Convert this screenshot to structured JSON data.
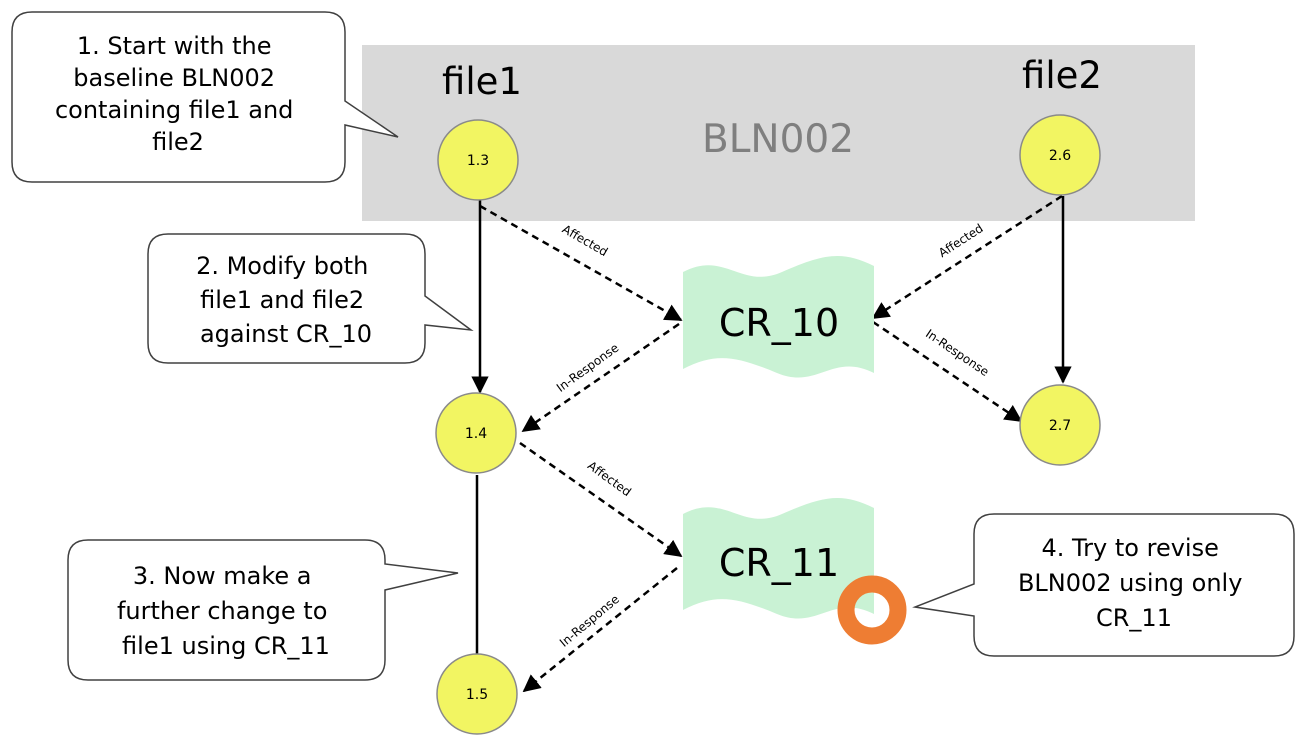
{
  "baseline": {
    "label": "BLN002"
  },
  "files": {
    "file1": {
      "label": "file1"
    },
    "file2": {
      "label": "file2"
    }
  },
  "versions": {
    "v13": "1.3",
    "v14": "1.4",
    "v15": "1.5",
    "v26": "2.6",
    "v27": "2.7"
  },
  "change_requests": {
    "cr10": "CR_10",
    "cr11": "CR_11"
  },
  "edge_labels": {
    "v13_cr10": "Affected",
    "v26_cr10": "Affected",
    "cr10_v14": "In-Response",
    "cr10_v27": "In-Response",
    "v14_cr11": "Affected",
    "cr11_v15": "In-Response"
  },
  "callouts": {
    "step1": [
      "1. Start with the",
      "baseline BLN002",
      "containing file1 and",
      "file2"
    ],
    "step2": [
      "2. Modify both",
      "file1 and file2",
      "against CR_10"
    ],
    "step3": [
      "3. Now make a",
      "further change to",
      "file1 using CR_11"
    ],
    "step4": [
      "4. Try to revise",
      "BLN002 using only",
      "CR_11"
    ]
  },
  "colors": {
    "baseline_bg": "#d9d9d9",
    "baseline_text": "#7f7f7f",
    "node_fill": "#f2f562",
    "node_stroke": "#8a8a8a",
    "cr_fill": "#c9f2d4",
    "marker_ring": "#ee7d33",
    "callout_stroke": "#404040"
  }
}
